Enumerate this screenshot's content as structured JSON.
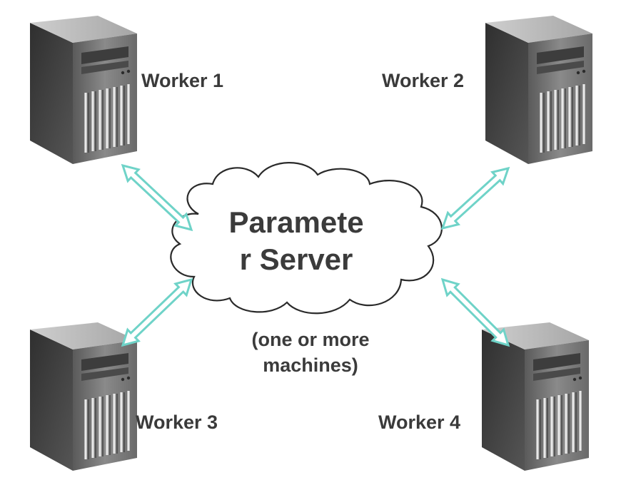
{
  "diagram": {
    "server": {
      "title_line1": "Paramete",
      "title_line2": "r Server",
      "subtitle_line1": "(one or more",
      "subtitle_line2": "machines)"
    },
    "workers": [
      {
        "label": "Worker 1"
      },
      {
        "label": "Worker 2"
      },
      {
        "label": "Worker 3"
      },
      {
        "label": "Worker 4"
      }
    ],
    "colors": {
      "arrow": "#6fd3c8",
      "server_body_dark": "#3a3a3a",
      "server_body_light": "#bdbdbd",
      "text": "#3a3a3a"
    },
    "icons": [
      "server-tower-icon",
      "cloud-icon",
      "double-arrow-icon"
    ]
  }
}
